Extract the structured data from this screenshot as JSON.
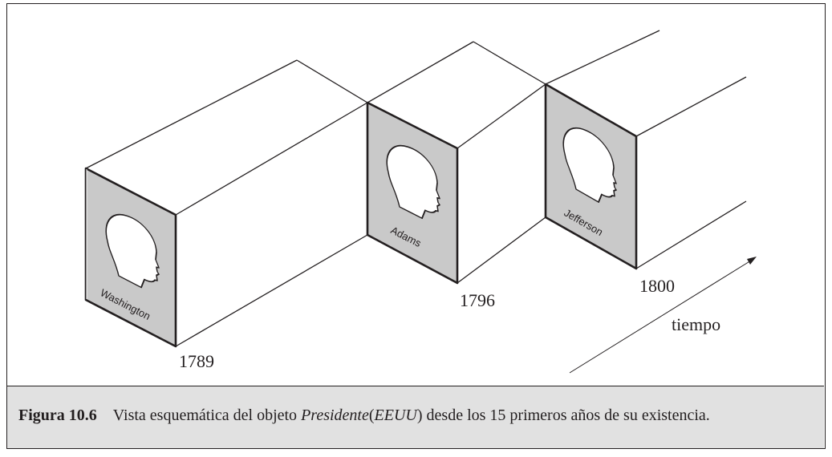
{
  "figure": {
    "time_axis_label": "tiempo",
    "colors": {
      "line": "#231f20",
      "slice_fill": "#c9c9c9",
      "caption_background": "#e1e1e1"
    },
    "slices": [
      {
        "name": "Washington",
        "year": "1789",
        "icon": "head-profile-icon"
      },
      {
        "name": "Adams",
        "year": "1796",
        "icon": "head-profile-icon"
      },
      {
        "name": "Jefferson",
        "year": "1800",
        "icon": "head-profile-icon"
      }
    ]
  },
  "caption": {
    "label": "Figura 10.6",
    "text_before": "Vista esquemática del objeto ",
    "object_name": "Presidente",
    "paren_open": "(",
    "country": "EEUU",
    "paren_close": ")",
    "text_after": " desde los 15 primeros años de su existencia."
  }
}
